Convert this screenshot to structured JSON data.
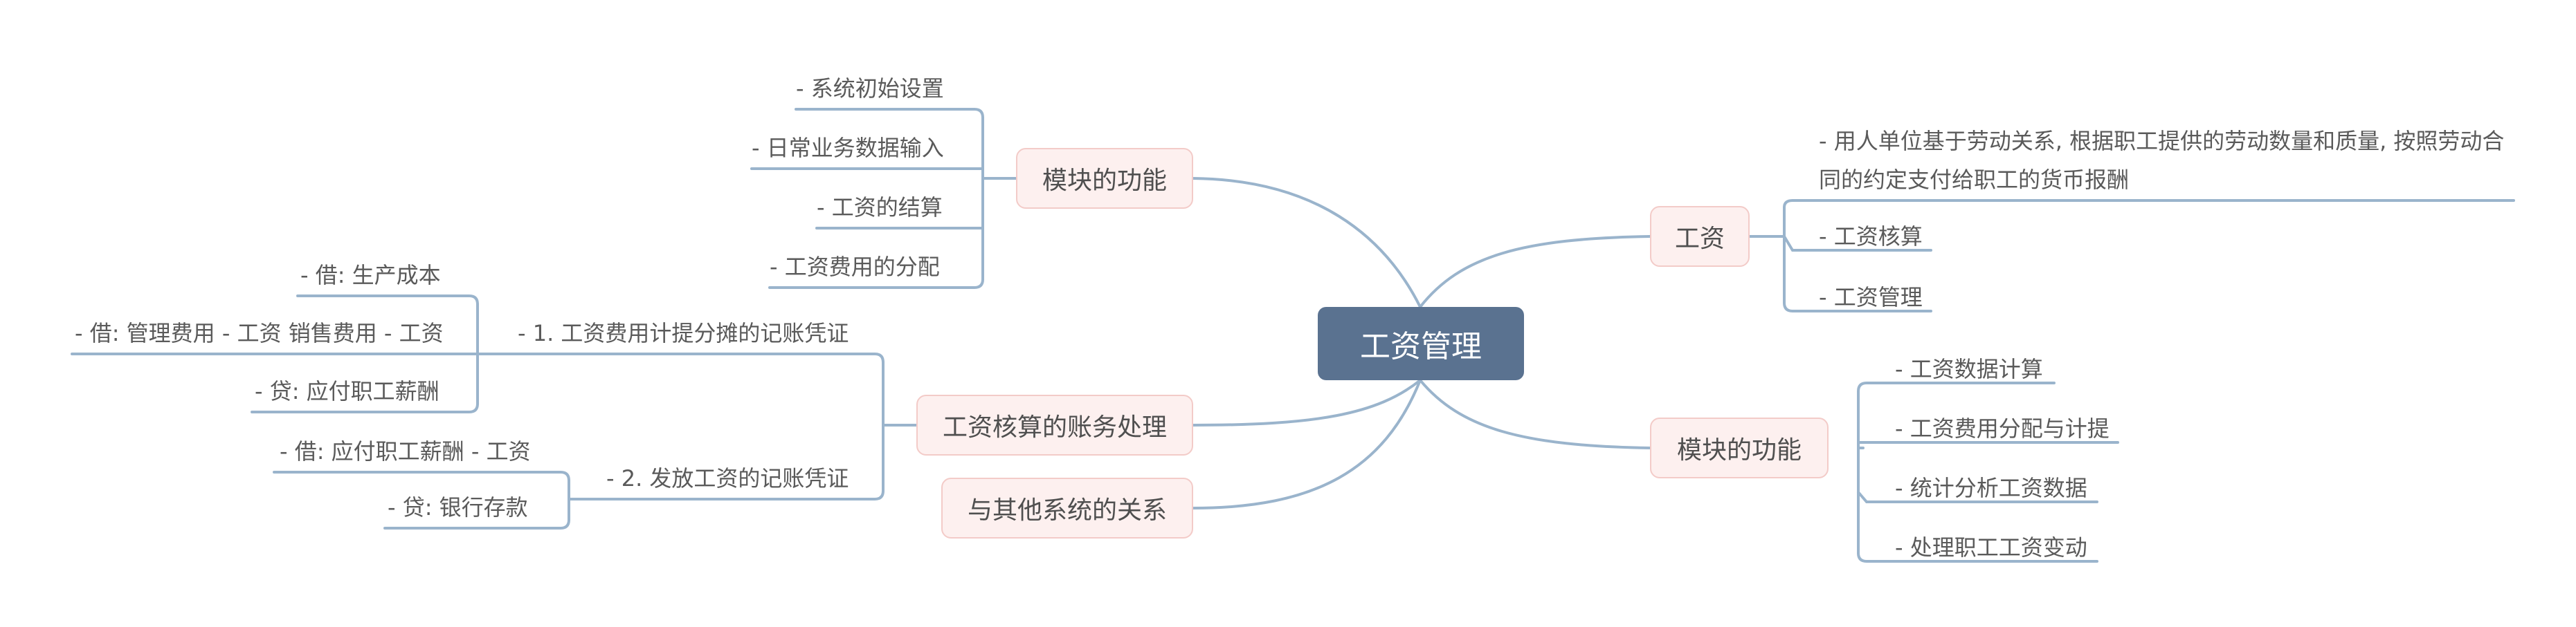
{
  "root": {
    "label": "工资管理"
  },
  "branches": {
    "salary": {
      "label": "工资",
      "items": [
        "- 用人单位基于劳动关系, 根据职工提供的劳动数量和质量, 按照劳动合同的约定支付给职工的货币报酬",
        "- 工资核算",
        "- 工资管理"
      ]
    },
    "module_right": {
      "label": "模块的功能",
      "items": [
        "- 工资数据计算",
        "- 工资费用分配与计提",
        "- 统计分析工资数据",
        "- 处理职工工资变动"
      ]
    },
    "module_left": {
      "label": "模块的功能",
      "items": [
        "- 系统初始设置",
        "- 日常业务数据输入",
        "- 工资的结算",
        "- 工资费用的分配"
      ]
    },
    "accounting": {
      "label": "工资核算的账务处理",
      "vouchers": [
        {
          "label": "- 1. 工资费用计提分摊的记账凭证",
          "items": [
            "- 借: 生产成本",
            "- 借: 管理费用 - 工资 销售费用 - 工资",
            "- 贷: 应付职工薪酬"
          ]
        },
        {
          "label": "- 2. 发放工资的记账凭证",
          "items": [
            "- 借: 应付职工薪酬 - 工资",
            "- 贷: 银行存款"
          ]
        }
      ]
    },
    "relations": {
      "label": "与其他系统的关系"
    }
  }
}
